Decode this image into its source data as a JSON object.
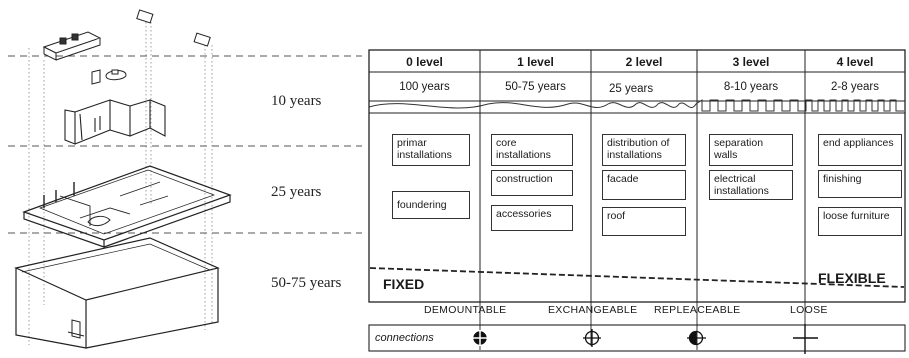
{
  "lifespans": [
    "10 years",
    "25 years",
    "50-75 years"
  ],
  "levels": [
    {
      "title": "0 level",
      "years": "100 years"
    },
    {
      "title": "1 level",
      "years": "50-75 years"
    },
    {
      "title": "2 level",
      "years": "25 years"
    },
    {
      "title": "3 level",
      "years": "8-10 years"
    },
    {
      "title": "4 level",
      "years": "2-8 years"
    }
  ],
  "components": {
    "level0": [
      "primar installations",
      "foundering"
    ],
    "level1": [
      "core installations",
      "construction",
      "accessories"
    ],
    "level2": [
      "distribution of installations",
      "facade",
      "roof"
    ],
    "level3": [
      "separation walls",
      "electrical installations"
    ],
    "level4": [
      "end appliances",
      "finishing",
      "loose furniture"
    ]
  },
  "fixed_label": "FIXED",
  "flexible_label": "FLEXIBLE",
  "connection_types": [
    "DEMOUNTABLE",
    "EXCHANGEABLE",
    "REPLEACEABLE",
    "LOOSE"
  ],
  "connections_label": "connections"
}
